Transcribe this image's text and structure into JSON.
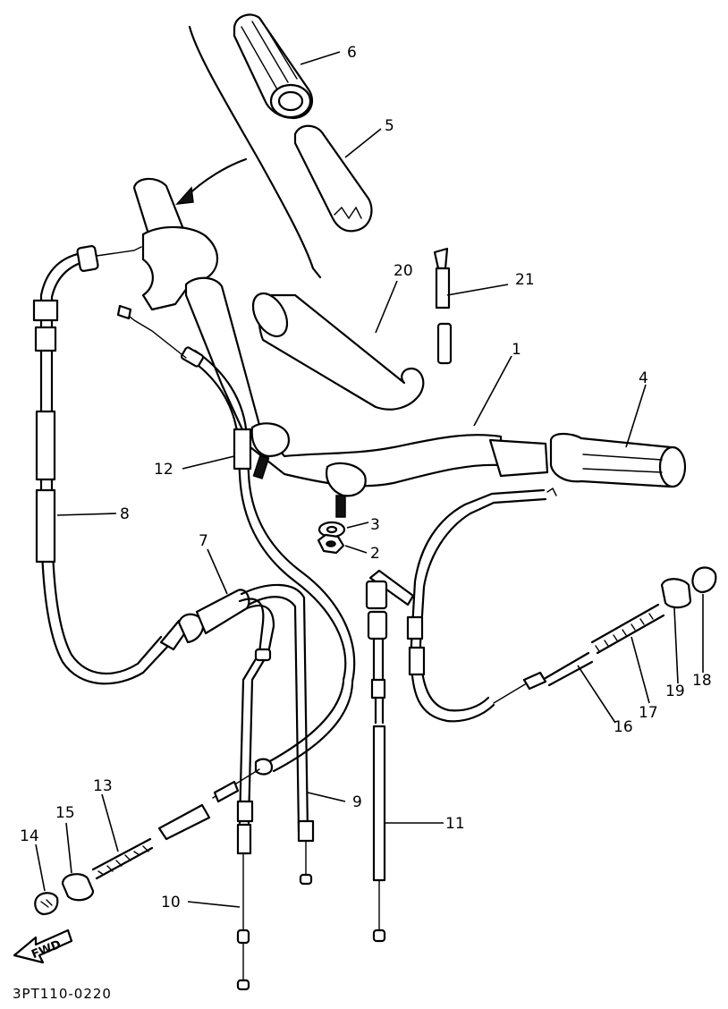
{
  "diagram": {
    "drawing_code": "3PT110-0220",
    "direction_label": "FWD",
    "callouts": [
      "1",
      "2",
      "3",
      "4",
      "5",
      "6",
      "7",
      "8",
      "9",
      "10",
      "11",
      "12",
      "13",
      "14",
      "15",
      "16",
      "17",
      "18",
      "19",
      "20",
      "21"
    ]
  }
}
